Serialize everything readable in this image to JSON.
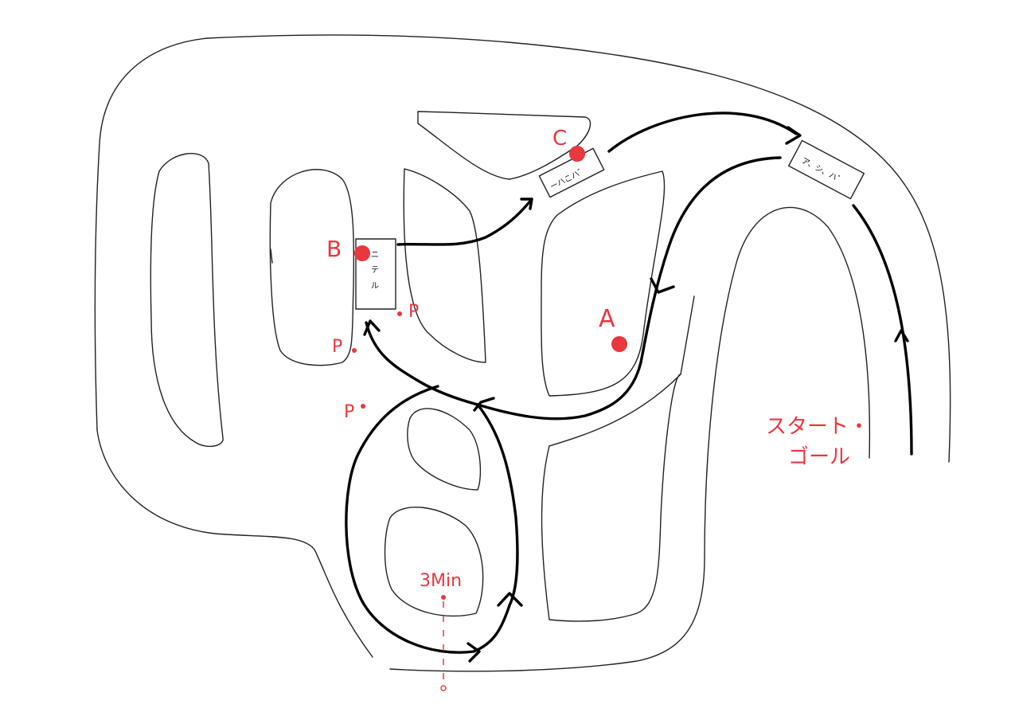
{
  "colors": {
    "annotation": "#e8383d",
    "line": "#000000"
  },
  "points": {
    "a": "A",
    "b": "B",
    "c": "C",
    "p1": "P",
    "p2": "P",
    "p3": "P"
  },
  "labels": {
    "duration": "3Min",
    "start_goal_line1": "スタート・",
    "start_goal_line2": "ゴール"
  },
  "boxes": {
    "left_box_line1": "ニ",
    "left_box_line2": "テ",
    "left_box_line3": "ル",
    "mid_box": "ーハこハ゛",
    "right_box": "ア、シ、ハ゛"
  }
}
